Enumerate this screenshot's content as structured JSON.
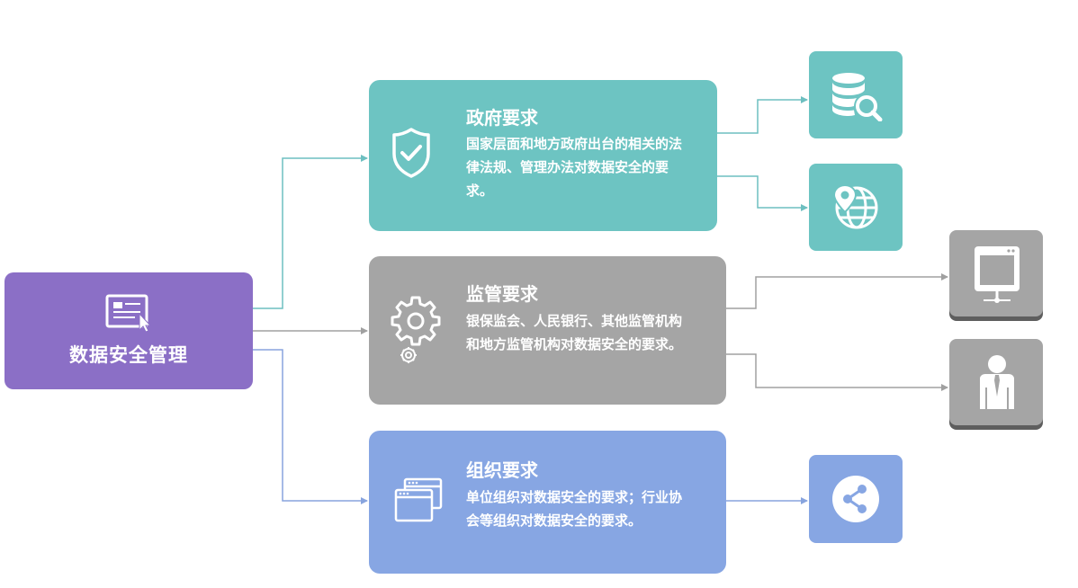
{
  "colors": {
    "root": "#8b6fc6",
    "government": "#6dc4c2",
    "supervision": "#a5a5a5",
    "organization": "#87a6e3",
    "connector_gov": "#6dbfc0",
    "connector_sup": "#a0a0a0",
    "connector_org": "#88a4de"
  },
  "root": {
    "title": "数据安全管理",
    "icon": "document-pointer-icon"
  },
  "requirements": [
    {
      "title": "政府要求",
      "description": "国家层面和地方政府出台的相关的法律法规、管理办法对数据安全的要求。",
      "icon": "shield-check-icon",
      "tiles": [
        "database-search-icon",
        "globe-location-icon"
      ]
    },
    {
      "title": "监管要求",
      "description": "银保监会、人民银行、其他监管机构和地方监管机构对数据安全的要求。",
      "icon": "gears-icon",
      "tiles": [
        "monitor-icon",
        "person-icon"
      ]
    },
    {
      "title": "组织要求",
      "description": "单位组织对数据安全的要求；行业协会等组织对数据安全的要求。",
      "icon": "windows-icon",
      "tiles": [
        "share-icon"
      ]
    }
  ]
}
